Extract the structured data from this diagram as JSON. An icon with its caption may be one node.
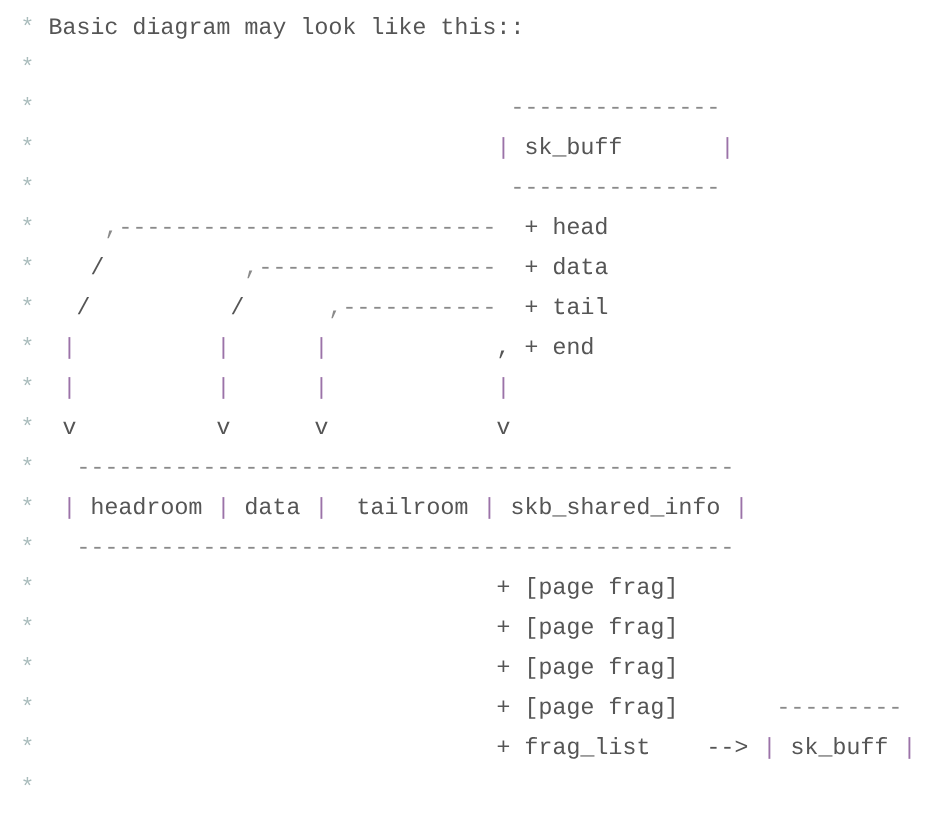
{
  "diagram": {
    "labels": [
      "*",
      "Basic diagram may look like this::",
      "*",
      "*",
      "---------------",
      "*",
      "|",
      "sk_buff",
      "|",
      "*",
      "---------------",
      "*",
      ",---------------------------",
      "+ head",
      "*",
      "/",
      ",-----------------",
      "+ data",
      "*",
      "/",
      "/",
      ",-----------",
      "+ tail",
      "*",
      "|",
      "|",
      "|",
      ",",
      "+ end",
      "*",
      "|",
      "|",
      "|",
      "|",
      "*",
      "v",
      "v",
      "v",
      "v",
      "*",
      "-----------------------------------------------",
      "*",
      "|",
      "headroom",
      "|",
      "data",
      "|",
      "tailroom",
      "|",
      "skb_shared_info",
      "|",
      "*",
      "-----------------------------------------------",
      "*",
      "+ [page frag]",
      "*",
      "+ [page frag]",
      "*",
      "+ [page frag]",
      "*",
      "+ [page frag]",
      "---------",
      "*",
      "+ frag_list",
      "-->",
      "|",
      "sk_buff",
      "|",
      "*"
    ]
  }
}
